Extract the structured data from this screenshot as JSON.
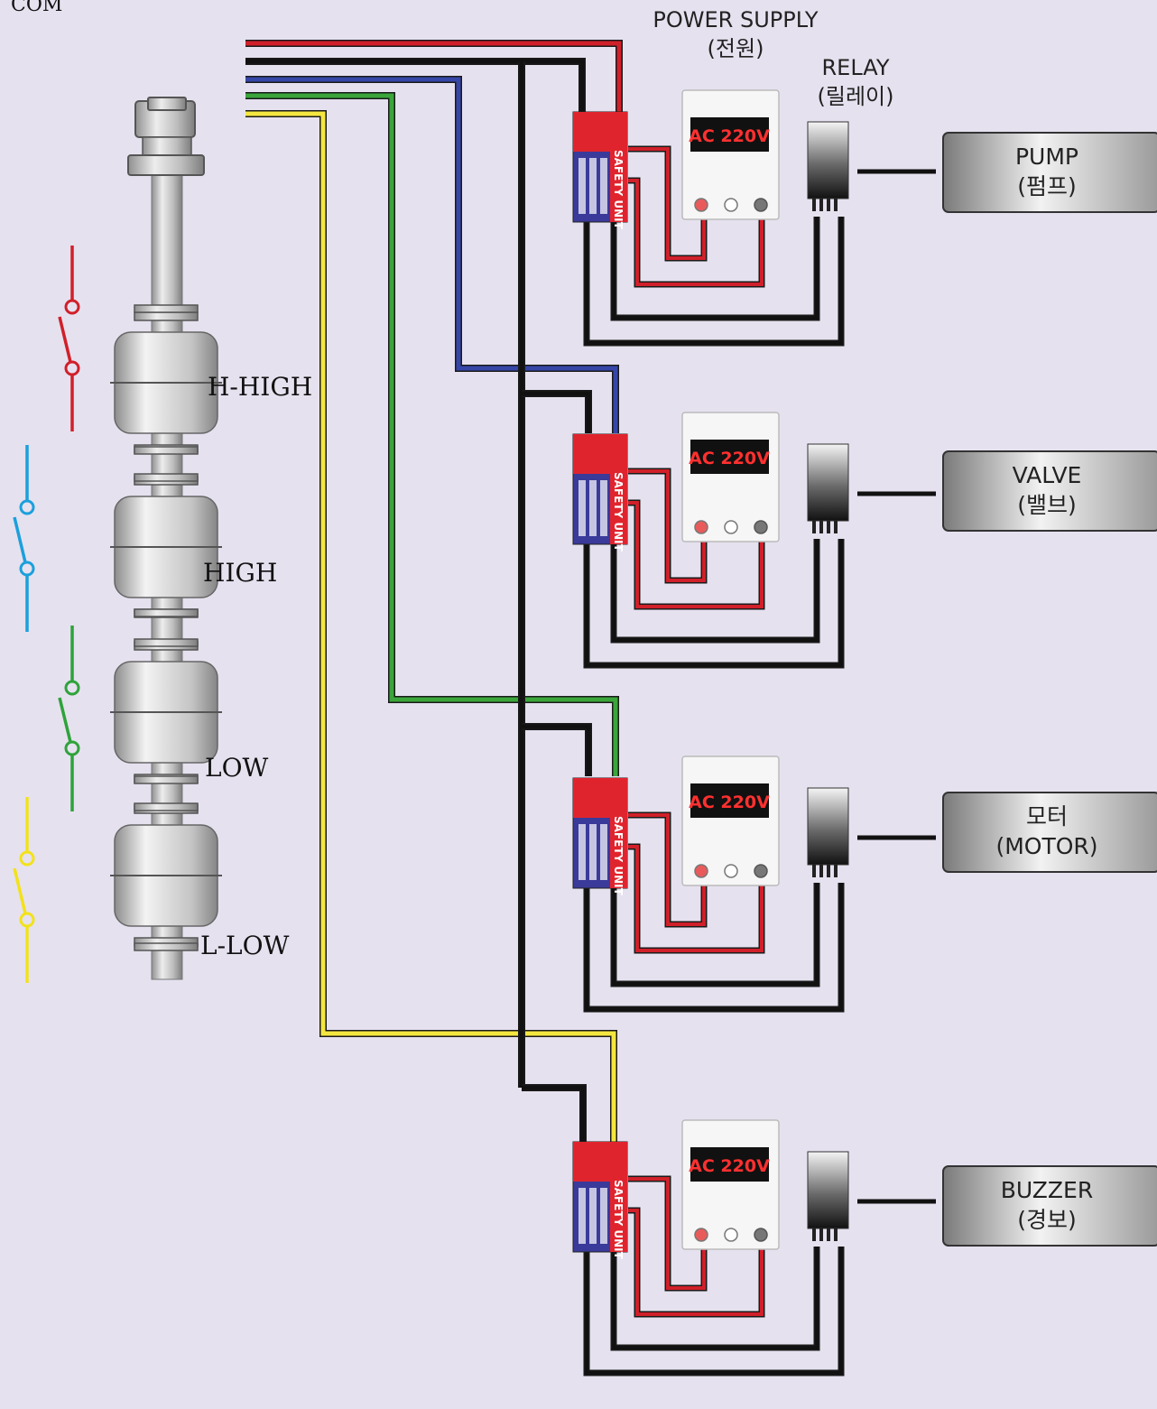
{
  "header": {
    "com_label": "COM",
    "power_supply_label": "POWER SUPPLY",
    "power_supply_korean": "(전원)",
    "relay_label": "RELAY",
    "relay_korean": "(릴레이)"
  },
  "levels": [
    {
      "label": "H-HIGH",
      "color": "#d0202a"
    },
    {
      "label": "HIGH",
      "color": "#1ba0dc"
    },
    {
      "label": "LOW",
      "color": "#2ea33a"
    },
    {
      "label": "L-LOW",
      "color": "#f2e21a"
    }
  ],
  "units": [
    {
      "display": "AC 220V",
      "safety": "SAFETY UNIT",
      "output_line1": "PUMP",
      "output_line2": "(펌프)"
    },
    {
      "display": "AC 220V",
      "safety": "SAFETY UNIT",
      "output_line1": "VALVE",
      "output_line2": "(밸브)"
    },
    {
      "display": "AC 220V",
      "safety": "SAFETY UNIT",
      "output_line1": "모터",
      "output_line2": "(MOTOR)"
    },
    {
      "display": "AC 220V",
      "safety": "SAFETY UNIT",
      "output_line1": "BUZZER",
      "output_line2": "(경보)"
    }
  ],
  "colors": {
    "background": "#e6e1ef",
    "wire_red": "#d0202a",
    "wire_black": "#111111",
    "wire_blue": "#3546a8",
    "wire_green": "#3aa53a",
    "wire_yellow": "#f4e640",
    "safety_unit_red": "#e0242e",
    "display_red": "#ff3030"
  }
}
